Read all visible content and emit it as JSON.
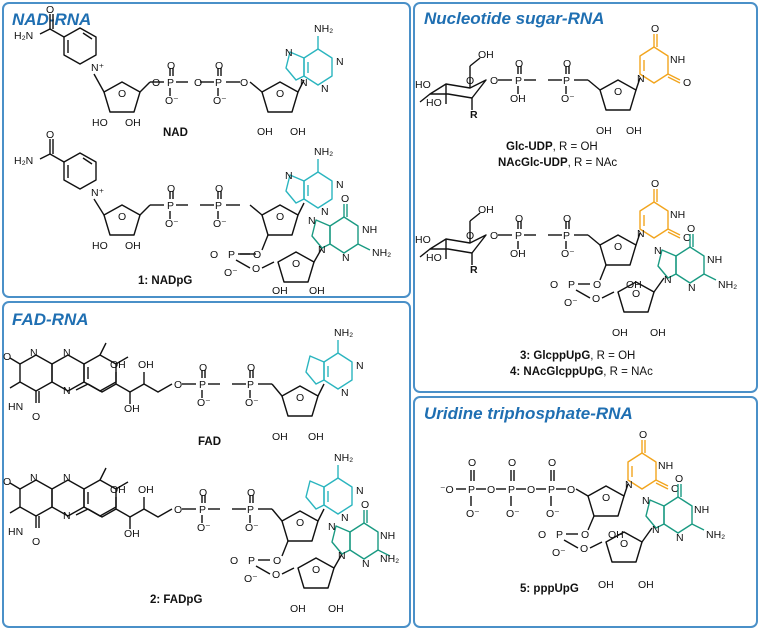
{
  "colors": {
    "panel_border": "#4a90c8",
    "title": "#1f6fb2",
    "adenine": "#2bb5bf",
    "guanine": "#1a9a82",
    "uracil": "#f2a51e",
    "ink": "#111111"
  },
  "panels": [
    {
      "id": "nad",
      "title": "NAD-RNA"
    },
    {
      "id": "fad",
      "title": "FAD-RNA"
    },
    {
      "id": "sugar",
      "title": "Nucleotide sugar-RNA"
    },
    {
      "id": "utp",
      "title": "Uridine triphosphate-RNA"
    }
  ],
  "labels": {
    "nh2": "NH₂",
    "h2n": "H₂N",
    "o": "O",
    "n": "N",
    "nplus": "N⁺",
    "nh": "NH",
    "hn": "HN",
    "oh": "OH",
    "ho": "HO",
    "ominus": "O⁻",
    "ominus_o": "⁻O",
    "p": "P",
    "r": "R"
  },
  "captions": {
    "nad": {
      "bold": "NAD",
      "rest": ""
    },
    "nadpg": {
      "bold": "1: NADpG",
      "rest": ""
    },
    "fad": {
      "bold": "FAD",
      "rest": ""
    },
    "fadpg": {
      "bold": "2: FADpG",
      "rest": ""
    },
    "glc_udp": {
      "bold": "Glc-UDP",
      "rest": ", R = OH"
    },
    "nacglc_udp": {
      "bold": "NAcGlc-UDP",
      "rest": ", R = NAc"
    },
    "glcppupg": {
      "bold": "3: GlcppUpG",
      "rest": ",  R = OH"
    },
    "nacglcppupg": {
      "bold": "4: NAcGlcppUpG",
      "rest": ", R = NAc"
    },
    "pppupg": {
      "bold": "5: pppUpG",
      "rest": ""
    }
  }
}
